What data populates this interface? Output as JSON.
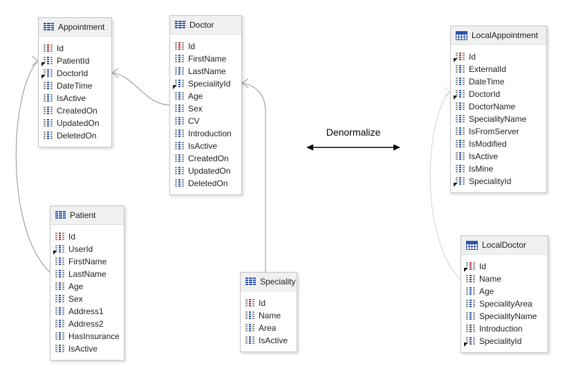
{
  "diagram": {
    "annotation": {
      "label": "Denormalize"
    },
    "tables": [
      {
        "name": "Appointment",
        "header_icon": "grid-table-icon",
        "fields": [
          {
            "name": "Id",
            "icon": "pk"
          },
          {
            "name": "PatientId",
            "icon": "fk"
          },
          {
            "name": "DoctorId",
            "icon": "fk"
          },
          {
            "name": "DateTime",
            "icon": "col"
          },
          {
            "name": "IsActive",
            "icon": "col"
          },
          {
            "name": "CreatedOn",
            "icon": "col"
          },
          {
            "name": "UpdatedOn",
            "icon": "col"
          },
          {
            "name": "DeletedOn",
            "icon": "col"
          }
        ]
      },
      {
        "name": "Doctor",
        "header_icon": "grid-table-icon",
        "fields": [
          {
            "name": "Id",
            "icon": "pk"
          },
          {
            "name": "FirstName",
            "icon": "col"
          },
          {
            "name": "LastName",
            "icon": "col"
          },
          {
            "name": "SpecialityId",
            "icon": "fk"
          },
          {
            "name": "Age",
            "icon": "col"
          },
          {
            "name": "Sex",
            "icon": "col"
          },
          {
            "name": "CV",
            "icon": "col"
          },
          {
            "name": "Introduction",
            "icon": "col"
          },
          {
            "name": "IsActive",
            "icon": "col"
          },
          {
            "name": "CreatedOn",
            "icon": "col"
          },
          {
            "name": "UpdatedOn",
            "icon": "col"
          },
          {
            "name": "DeletedOn",
            "icon": "col"
          }
        ]
      },
      {
        "name": "LocalAppointment",
        "header_icon": "bordered-table-icon",
        "fields": [
          {
            "name": "Id",
            "icon": "pkfk"
          },
          {
            "name": "ExternalId",
            "icon": "col"
          },
          {
            "name": "DateTime",
            "icon": "col"
          },
          {
            "name": "DoctorId",
            "icon": "fk"
          },
          {
            "name": "DoctorName",
            "icon": "col"
          },
          {
            "name": "SpecialityName",
            "icon": "col"
          },
          {
            "name": "IsFromServer",
            "icon": "col"
          },
          {
            "name": "IsModified",
            "icon": "col"
          },
          {
            "name": "IsActive",
            "icon": "col"
          },
          {
            "name": "IsMine",
            "icon": "col"
          },
          {
            "name": "SpecialityId",
            "icon": "fk"
          }
        ]
      },
      {
        "name": "Patient",
        "header_icon": "grid-table-icon",
        "fields": [
          {
            "name": "Id",
            "icon": "pk"
          },
          {
            "name": "UserId",
            "icon": "fk"
          },
          {
            "name": "FirstName",
            "icon": "col"
          },
          {
            "name": "LastName",
            "icon": "col"
          },
          {
            "name": "Age",
            "icon": "col"
          },
          {
            "name": "Sex",
            "icon": "col"
          },
          {
            "name": "Address1",
            "icon": "col"
          },
          {
            "name": "Address2",
            "icon": "col"
          },
          {
            "name": "HasInsurance",
            "icon": "col"
          },
          {
            "name": "IsActive",
            "icon": "col"
          }
        ]
      },
      {
        "name": "Speciality",
        "header_icon": "grid-table-icon",
        "fields": [
          {
            "name": "Id",
            "icon": "pk"
          },
          {
            "name": "Name",
            "icon": "col"
          },
          {
            "name": "Area",
            "icon": "col"
          },
          {
            "name": "IsActive",
            "icon": "col"
          }
        ]
      },
      {
        "name": "LocalDoctor",
        "header_icon": "bordered-table-icon",
        "fields": [
          {
            "name": "Id",
            "icon": "pkfk"
          },
          {
            "name": "Name",
            "icon": "col"
          },
          {
            "name": "Age",
            "icon": "col"
          },
          {
            "name": "SpecialityArea",
            "icon": "col"
          },
          {
            "name": "SpecialityName",
            "icon": "col"
          },
          {
            "name": "Introduction",
            "icon": "col"
          },
          {
            "name": "SpecialityId",
            "icon": "fk"
          }
        ]
      }
    ],
    "relationships": [
      {
        "from": "Patient",
        "to": "Appointment"
      },
      {
        "from": "Doctor",
        "to": "Appointment"
      },
      {
        "from": "Speciality",
        "to": "Doctor"
      },
      {
        "from": "LocalDoctor",
        "to": "LocalAppointment"
      }
    ],
    "colors": {
      "table_header_bg": "#f0f0f0",
      "table_border": "#c5c5c5",
      "column_icon_blue": "#2a55a8",
      "primary_key_red": "#c3271d",
      "icon_gray": "#97999c",
      "connector_gray": "#9a9a9a",
      "connector_light": "#cfd5dc",
      "annotation_black": "#000000"
    }
  }
}
